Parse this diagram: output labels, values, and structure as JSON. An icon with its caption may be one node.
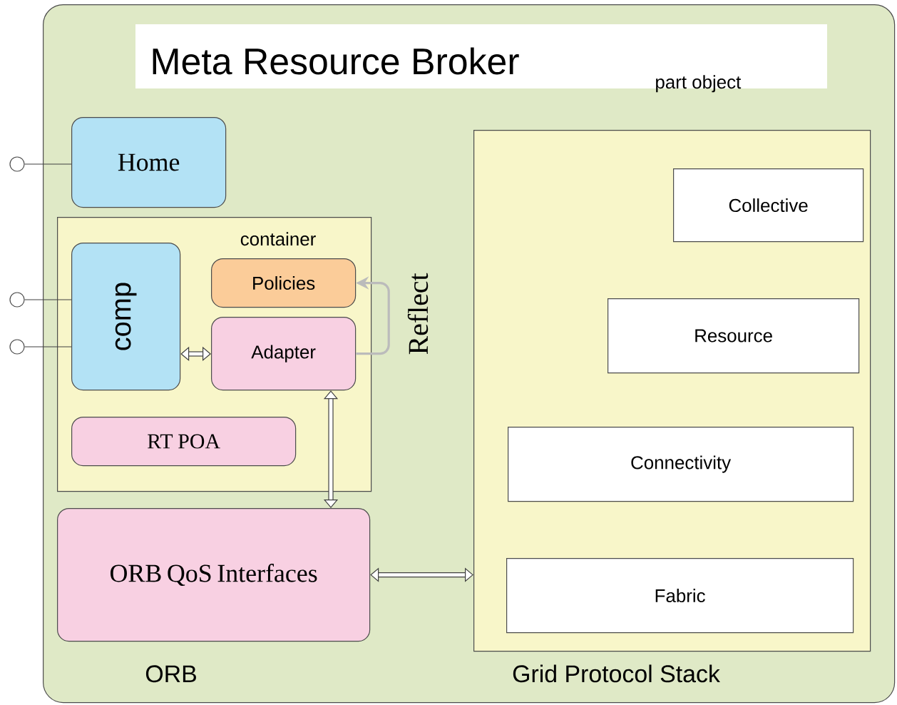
{
  "diagram": {
    "nodes": [
      {
        "text": [
          "Meta Resource Broker",
          "part object"
        ]
      },
      {
        "text": [
          "Home"
        ],
        "in": 0
      },
      {
        "text": [
          "container"
        ],
        "in": 0
      },
      {
        "text": [
          "comp"
        ],
        "in": 2
      },
      {
        "text": [
          "Policies"
        ],
        "in": 2
      },
      {
        "text": [
          "Adapter"
        ],
        "in": 2
      },
      {
        "text": [
          "RT POA"
        ],
        "in": 2
      },
      {
        "text": [
          "ORB QoS Interfaces"
        ],
        "in": 0
      },
      {
        "text": [
          "Grid Protocol Stack"
        ],
        "in": 0
      },
      {
        "text": [
          "Collective"
        ],
        "in": 8
      },
      {
        "text": [
          "Resource"
        ],
        "in": 8
      },
      {
        "text": [
          "Connectivity"
        ],
        "in": 8
      },
      {
        "text": [
          "Fabric"
        ],
        "in": 8
      },
      {
        "text": [],
        "shape": "circle"
      },
      {
        "text": [],
        "shape": "circle"
      },
      {
        "text": [],
        "shape": "circle"
      }
    ],
    "edges": [
      {
        "from": 13,
        "to": 1,
        "arrow": "none"
      },
      {
        "from": 14,
        "to": 3,
        "arrow": "none"
      },
      {
        "from": 15,
        "to": 3,
        "arrow": "none"
      },
      {
        "from": 3,
        "to": 5,
        "arrow": "both",
        "style": "thick"
      },
      {
        "from": 5,
        "to": 4,
        "arrow": "to",
        "label": "Reflect",
        "color": "#bbbbbb"
      },
      {
        "from": 5,
        "to": 7,
        "arrow": "both",
        "style": "thick"
      },
      {
        "from": 7,
        "to": 8,
        "arrow": "both",
        "style": "thick"
      }
    ],
    "labels": [
      "ORB"
    ]
  }
}
